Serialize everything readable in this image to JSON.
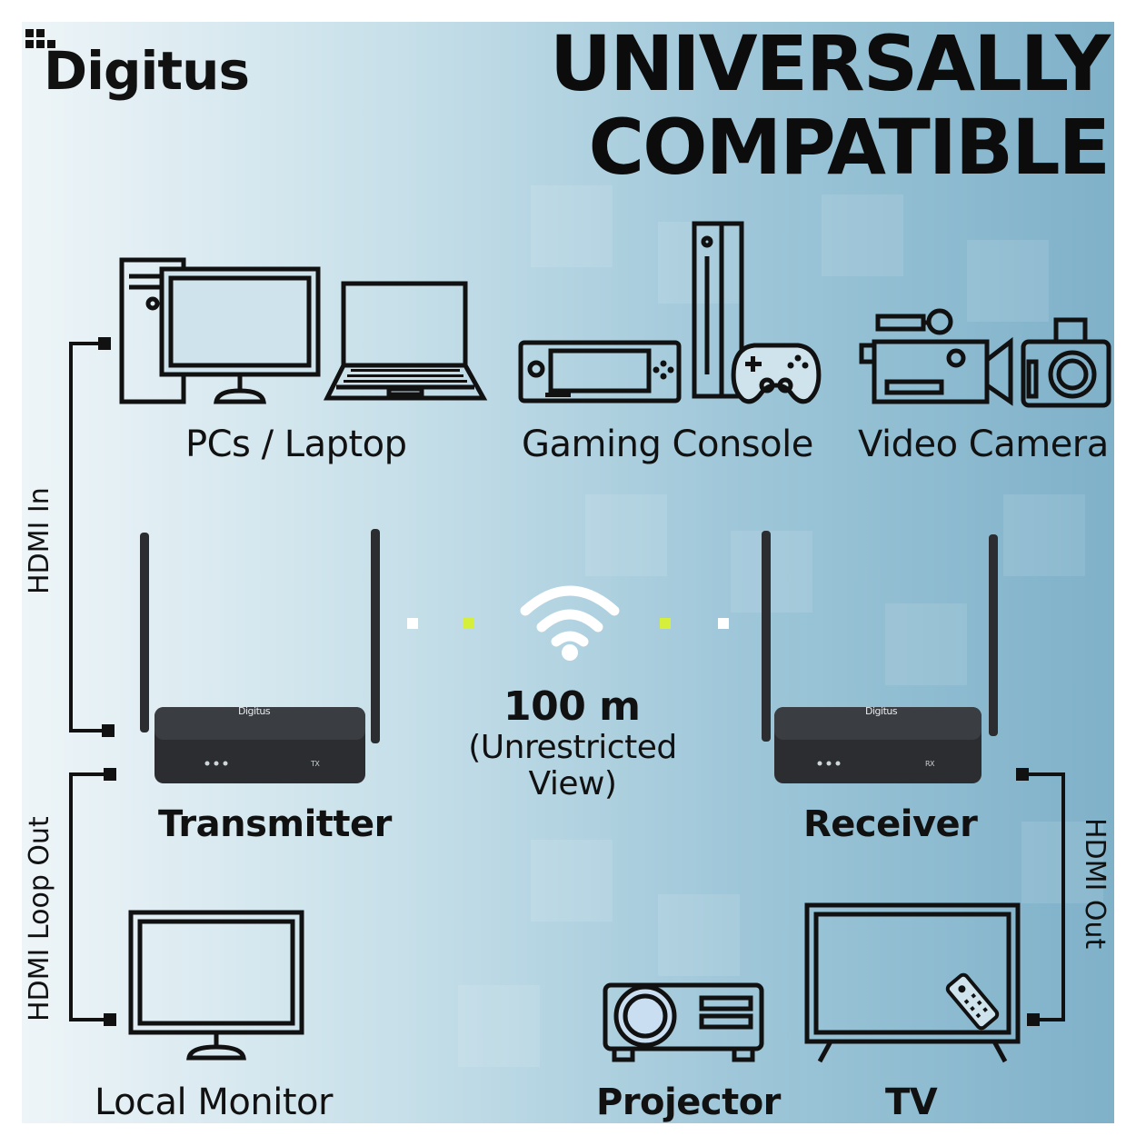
{
  "brand": {
    "name": "Digitus"
  },
  "headline": {
    "line1": "UNIVERSALLY",
    "line2": "COMPATIBLE"
  },
  "sources": {
    "pcs_laptop": "PCs / Laptop",
    "gaming_console": "Gaming Console",
    "video_camera": "Video Camera"
  },
  "connections": {
    "hdmi_in": "HDMI In",
    "hdmi_loop_out": "HDMI Loop Out",
    "hdmi_out": "HDMI Out"
  },
  "devices": {
    "transmitter": {
      "label": "Transmitter",
      "panel_mark": "TX",
      "logo": "Digitus"
    },
    "receiver": {
      "label": "Receiver",
      "panel_mark": "RX",
      "logo": "Digitus"
    }
  },
  "range": {
    "distance": "100 m",
    "note_line1": "(Unrestricted",
    "note_line2": "View)"
  },
  "outputs": {
    "local_monitor": "Local Monitor",
    "projector": "Projector",
    "tv": "TV"
  },
  "colors": {
    "accent_green": "#d6ef3a",
    "ink": "#111111",
    "device_body": "#2b2d30"
  }
}
